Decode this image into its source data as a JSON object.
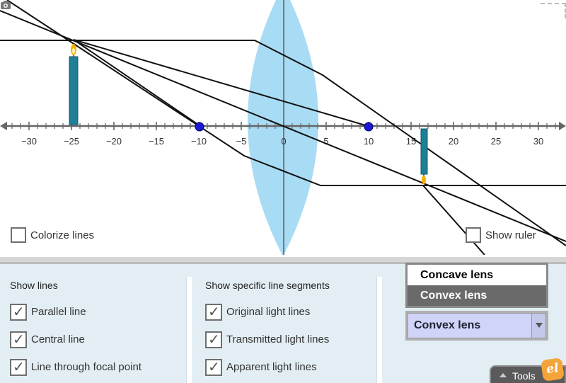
{
  "sim": {
    "axis_ticks": [
      "−30",
      "−25",
      "−20",
      "−15",
      "−10",
      "−5",
      "0",
      "5",
      "10",
      "15",
      "20",
      "25",
      "30"
    ],
    "colorize_label": "Colorize lines",
    "colorize_checked": false,
    "ruler_label": "Show ruler",
    "ruler_checked": false
  },
  "panel": {
    "show_lines": {
      "title": "Show lines",
      "items": [
        {
          "label": "Parallel line",
          "checked": true
        },
        {
          "label": "Central line",
          "checked": true
        },
        {
          "label": "Line through focal point",
          "checked": true
        }
      ]
    },
    "segments": {
      "title": "Show specific line segments",
      "items": [
        {
          "label": "Original light lines",
          "checked": true
        },
        {
          "label": "Transmitted light lines",
          "checked": true
        },
        {
          "label": "Apparent light lines",
          "checked": true
        }
      ]
    }
  },
  "lens_menu": {
    "options": [
      "Concave lens",
      "Convex lens"
    ],
    "selected": "Convex lens"
  },
  "tools": {
    "label": "Tools"
  },
  "logo": {
    "text": "el"
  },
  "icons": {
    "camera": "camera-icon",
    "dropdown_arrow": "chevron-down-icon",
    "tools_arrow": "triangle-up-icon"
  },
  "colors": {
    "lens": "#a8dcf4",
    "candle": "#1e7f96",
    "flame": "#f5b000",
    "focal_point": "#1a1ad6",
    "panel": "#e2eef3",
    "dropdown": "#d0d4f8"
  }
}
